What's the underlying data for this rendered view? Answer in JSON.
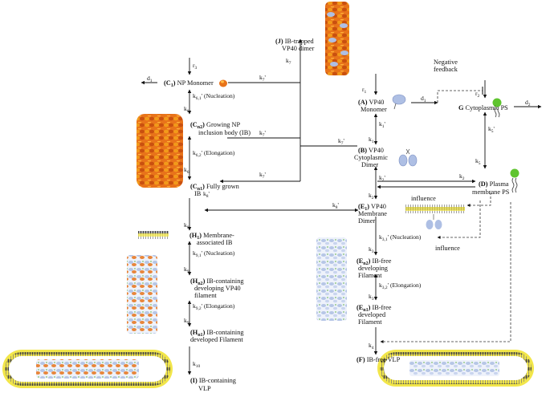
{
  "diagram": {
    "nodes": {
      "J": {
        "id": "(J)",
        "lines": [
          "IB-trapped",
          "VP40 dimer"
        ]
      },
      "C1": {
        "id": "(C",
        "sub": "1",
        "close": ")",
        "label": "NP Monomer"
      },
      "Cn2": {
        "id": "(C",
        "sub": "n2",
        "close": ")",
        "l1": "Growing NP",
        "l2": "inclusion body (IB)"
      },
      "Cn1": {
        "id": "(C",
        "sub": "n1",
        "close": ")",
        "l1": "Fully grown",
        "l2": "IB"
      },
      "H1": {
        "id": "(H",
        "sub": "1",
        "close": ")",
        "l1": "Membrane-",
        "l2": "associated IB"
      },
      "Hn2": {
        "id": "(H",
        "sub": "n2",
        "close": ")",
        "l1": "IB-containing",
        "l2": "developing VP40",
        "l3": "filament"
      },
      "Hn1": {
        "id": "(H",
        "sub": "n1",
        "close": ")",
        "l1": "IB-containing",
        "l2": "developed Filament"
      },
      "I": {
        "id": "(I)",
        "l1": "IB-containing",
        "l2": "VLP"
      },
      "A": {
        "id": "(A)",
        "l1": "VP40",
        "l2": "Monomer"
      },
      "B": {
        "id": "(B)",
        "l1": "VP40",
        "l2": "Cytoplasmic",
        "l3": "Dimer"
      },
      "G": {
        "id": "G",
        "label": "Cytoplasmic PS"
      },
      "D": {
        "id": "(D)",
        "l1": "Plasma",
        "l2": "membrane PS"
      },
      "E1": {
        "id": "(E",
        "sub": "1",
        "close": ")",
        "l1": "VP40",
        "l2": "Membrane",
        "l3": "Dimer"
      },
      "En2": {
        "id": "(E",
        "sub": "n2",
        "close": ")",
        "l1": "IB-free",
        "l2": "developing",
        "l3": "Filament"
      },
      "En1": {
        "id": "(E",
        "sub": "n1",
        "close": ")",
        "l1": "IB-free",
        "l2": "developed",
        "l3": "Filament"
      },
      "F": {
        "id": "(F)",
        "label": "IB-free VLP"
      }
    },
    "rates": {
      "r3": "r",
      "r3_sub": "3",
      "r1": "r",
      "r1_sub": "1",
      "r2": "r",
      "r2_sub": "2",
      "d1_left": "d",
      "d1_left_sub": "1",
      "d1_mid": "d",
      "d1_mid_sub": "1",
      "d2": "d",
      "d2_sub": "2",
      "k7": "k",
      "k7_sub": "7",
      "k7p_a": "k",
      "k7p_a_sub": "7",
      "prime": "'",
      "k7p_b": "k",
      "k7p_b_sub": "7",
      "k7p_c": "k",
      "k7p_c_sub": "7",
      "k7p_d": "k",
      "k7p_d_sub": "7",
      "k61p": "k",
      "k61p_sub": "6,1",
      "k61p_note": "(Nucleation)",
      "k6a": "k",
      "k6a_sub": "6",
      "k62p": "k",
      "k62p_sub": "6,2",
      "k62p_note": "(Elongation)",
      "k6b": "k",
      "k6b_sub": "6",
      "k8p_a": "k",
      "k8p_a_sub": "8",
      "k8": "k",
      "k8_sub": "8",
      "k8p_b": "k",
      "k8p_b_sub": "8",
      "k91p": "k",
      "k91p_sub": "9,1",
      "k91p_note": "(Nucleation)",
      "k9a": "k",
      "k9a_sub": "9",
      "k92p": "k",
      "k92p_sub": "9,2",
      "k92p_note": "(Elongation)",
      "k9b": "k",
      "k9b_sub": "9",
      "k10": "k",
      "k10_sub": "10",
      "k1p": "k",
      "k1p_sub": "1",
      "k1": "k",
      "k1_sub": "1",
      "k2p": "k",
      "k2p_sub": "2",
      "k2a": "k",
      "k2a_sub": "2",
      "k2b": "k",
      "k2b_sub": "2",
      "k5": "k",
      "k5_sub": "5",
      "k5p": "k",
      "k5p_sub": "5",
      "k31p": "k",
      "k31p_sub": "3,1",
      "k31p_note": "(Nucleation)",
      "k3a": "k",
      "k3a_sub": "3",
      "k32p": "k",
      "k32p_sub": "3,2",
      "k32p_note": "(Elongation)",
      "k3b": "k",
      "k3b_sub": "3",
      "k4": "k",
      "k4_sub": "4"
    },
    "annotations": {
      "negative_feedback_1": "Negative",
      "negative_feedback_2": "feedback",
      "influence_top": "influence",
      "influence_bottom": "influence"
    },
    "colors": {
      "ib_orange": "#e8731a",
      "ib_dark": "#b5420e",
      "vp40_blue": "#aebfe4",
      "ps_green": "#5fc42f",
      "membrane_yellow": "#f2e64a",
      "membrane_gray": "#8a8a8a"
    }
  }
}
